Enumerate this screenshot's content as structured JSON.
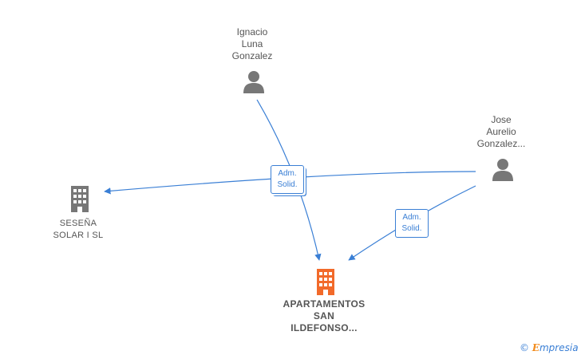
{
  "nodes": {
    "ignacio": {
      "name_lines": [
        "Ignacio",
        "Luna",
        "Gonzalez"
      ],
      "icon": "person-icon"
    },
    "jose": {
      "name_lines": [
        "Jose",
        "Aurelio",
        "Gonzalez..."
      ],
      "icon": "person-icon"
    },
    "sesena": {
      "name_lines": [
        "SESEÑA",
        "SOLAR I SL"
      ],
      "icon": "building-icon"
    },
    "apartamentos": {
      "name_lines": [
        "APARTAMENTOS",
        "SAN",
        "ILDEFONSO..."
      ],
      "icon": "building-icon"
    }
  },
  "roles": {
    "center": {
      "line1": "Adm.",
      "line2": "Solid."
    },
    "right": {
      "line1": "Adm.",
      "line2": "Solid."
    }
  },
  "brand": {
    "copyright": "©",
    "initial": "E",
    "rest": "mpresia"
  },
  "colors": {
    "person": "#777777",
    "company": "#777777",
    "main_company": "#f26a2a",
    "edge": "#3a7fd5"
  }
}
